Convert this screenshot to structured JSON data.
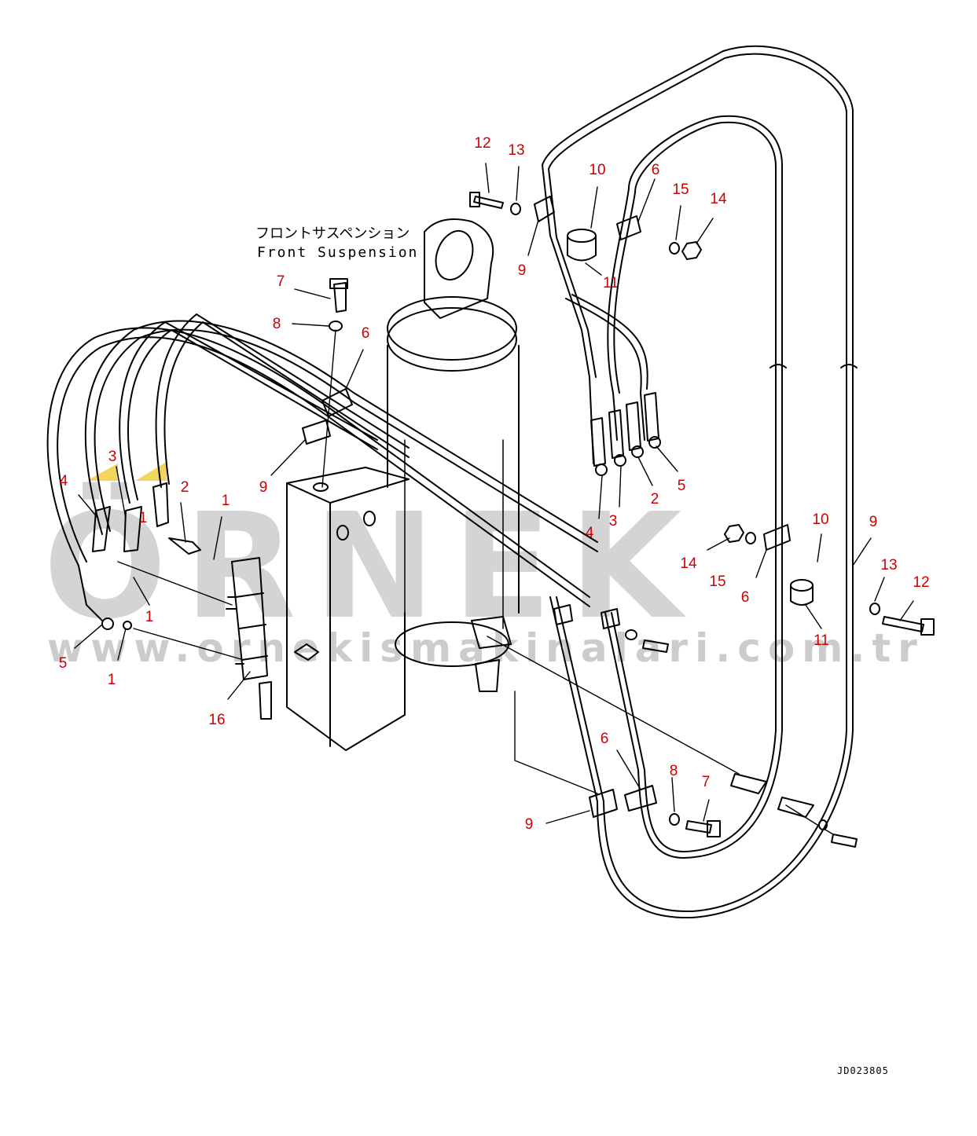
{
  "caption": {
    "japanese": "フロントサスペンション",
    "english": "Front Suspension"
  },
  "watermark": {
    "brand": "ÖRNEK",
    "url": "www.ornekismakinalari.com.tr"
  },
  "document_id": "JD023805",
  "colors": {
    "line": "#000000",
    "callout": "#cc0000",
    "watermark": "#cfcfcf",
    "watermark_accent": "#f2d55a"
  },
  "callouts": [
    "12",
    "13",
    "10",
    "6",
    "15",
    "14",
    "11",
    "9",
    "7",
    "8",
    "6",
    "9",
    "3",
    "4",
    "1",
    "2",
    "1",
    "1",
    "5",
    "1",
    "16",
    "4",
    "3",
    "2",
    "5",
    "10",
    "9",
    "14",
    "15",
    "6",
    "13",
    "12",
    "11",
    "6",
    "8",
    "7",
    "9"
  ]
}
